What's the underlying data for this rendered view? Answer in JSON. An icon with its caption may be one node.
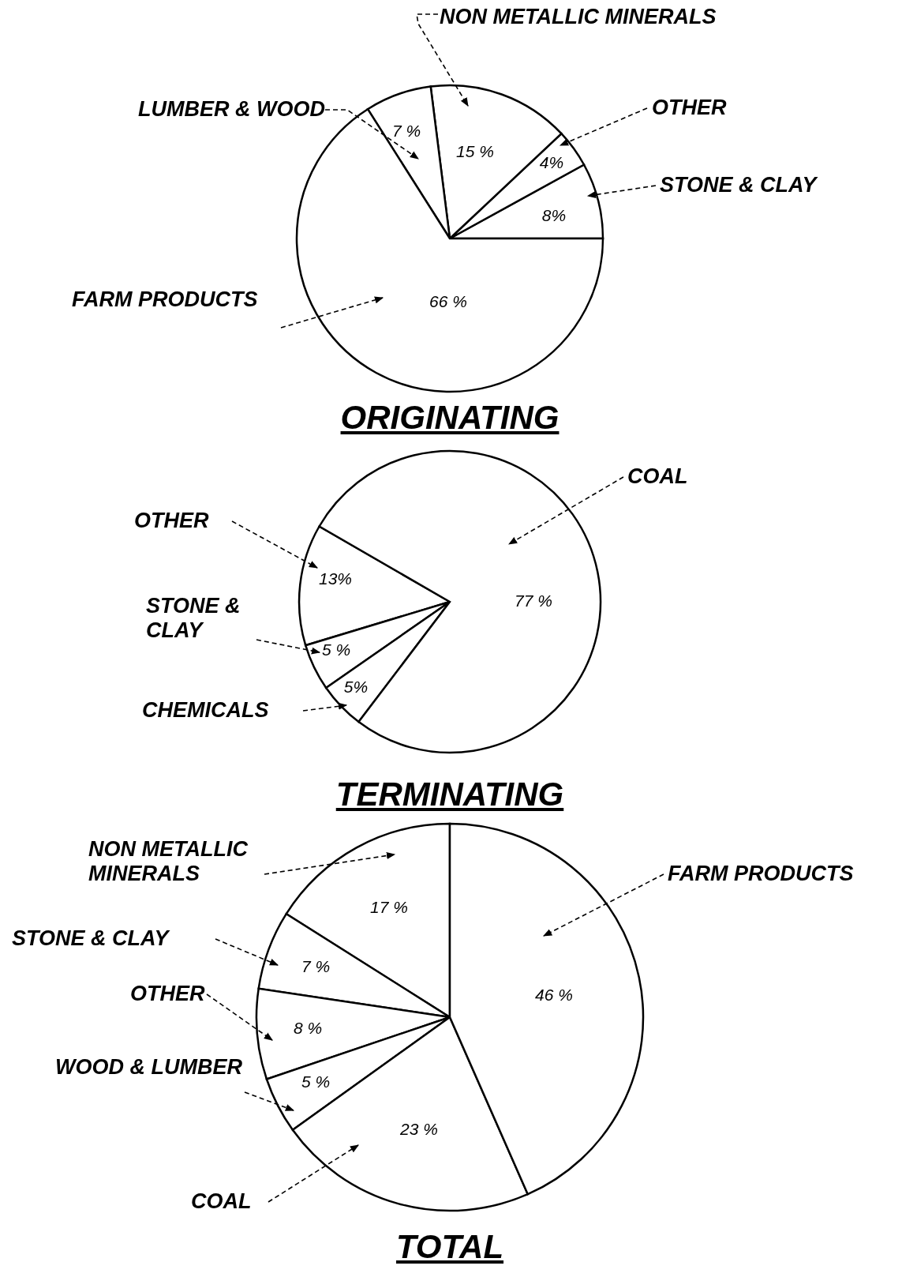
{
  "diagram": {
    "chart_data": [
      {
        "type": "pie",
        "title": "ORIGINATING",
        "categories": [
          "STONE & CLAY",
          "OTHER",
          "NON METALLIC MINERALS",
          "LUMBER & WOOD",
          "FARM PRODUCTS"
        ],
        "values": [
          8,
          4,
          15,
          7,
          66
        ],
        "value_labels": [
          "8%",
          "4%",
          "15 %",
          "7 %",
          "66 %"
        ]
      },
      {
        "type": "pie",
        "title": "TERMINATING",
        "categories": [
          "OTHER",
          "STONE & CLAY",
          "CHEMICALS",
          "COAL"
        ],
        "values": [
          13,
          5,
          5,
          77
        ],
        "value_labels": [
          "13%",
          "5 %",
          "5%",
          "77 %"
        ]
      },
      {
        "type": "pie",
        "title": "TOTAL",
        "categories": [
          "NON METALLIC MINERALS",
          "STONE & CLAY",
          "OTHER",
          "WOOD & LUMBER",
          "COAL",
          "FARM PRODUCTS"
        ],
        "values": [
          17,
          7,
          8,
          5,
          23,
          46
        ],
        "value_labels": [
          "17 %",
          "7 %",
          "8 %",
          "5 %",
          "23 %",
          "46 %"
        ]
      }
    ]
  }
}
